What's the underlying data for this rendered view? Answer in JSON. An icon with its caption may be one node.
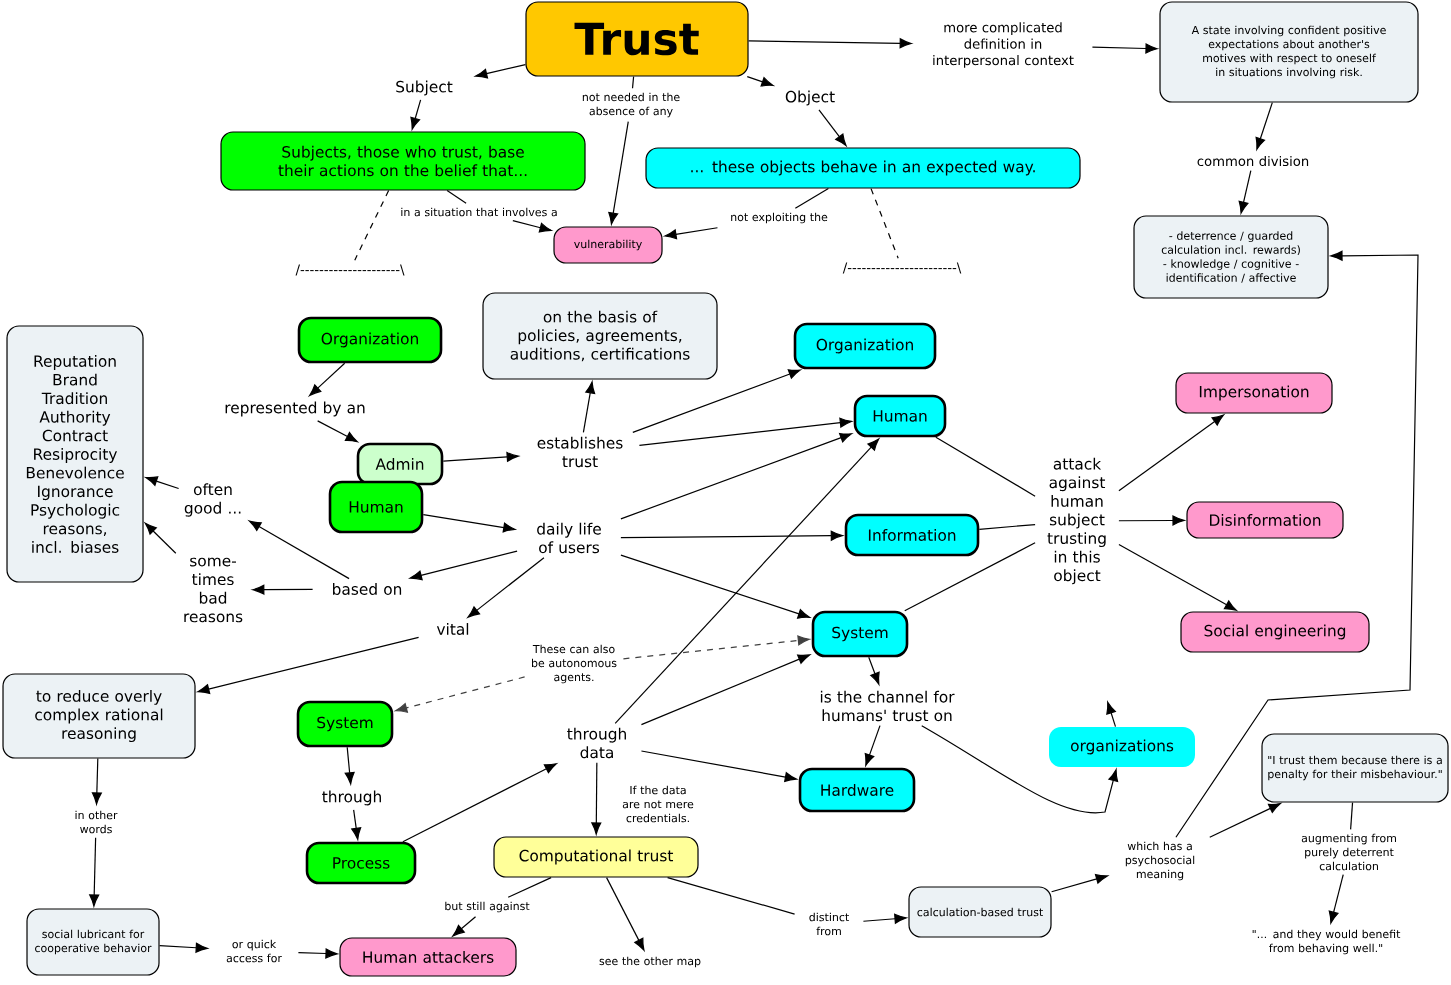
{
  "diagram": {
    "nodes": [
      {
        "text": [
          "Trust"
        ]
      },
      {
        "text": [
          "Subject"
        ]
      },
      {
        "text": [
          "not needed in the absence of any"
        ]
      },
      {
        "text": [
          "Object"
        ]
      },
      {
        "text": [
          "more complicated definition in interpersonal context"
        ]
      },
      {
        "text": [
          "A state involving confident positive expectations about another's motives with respect to oneself in situations involving risk."
        ]
      },
      {
        "text": [
          "Subjects, those who trust, base their actions on the belief that..."
        ]
      },
      {
        "text": [
          "...  these objects behave in an expected way."
        ]
      },
      {
        "text": [
          "in a situation that involves a"
        ]
      },
      {
        "text": [
          "not exploiting the"
        ]
      },
      {
        "text": [
          "vulnerability"
        ]
      },
      {
        "text": [
          "common division"
        ]
      },
      {
        "text": [
          "- deterrence / guarded calculation incl. rewards) - knowledge / cognitive - identification / affective"
        ]
      },
      {
        "text": [
          "/---------------------\\"
        ]
      },
      {
        "text": [
          "/-----------------------\\"
        ]
      },
      {
        "text": [
          "Organization"
        ]
      },
      {
        "text": [
          "on the basis of policies, agreements, auditions, certifications"
        ]
      },
      {
        "text": [
          "Organization"
        ]
      },
      {
        "text": [
          "represented by an"
        ]
      },
      {
        "text": [
          "Reputation Brand Tradition Authority Contract Resiprocity Benevolence Ignorance Psychologic reasons, incl. biases"
        ]
      },
      {
        "text": [
          "Human"
        ]
      },
      {
        "text": [
          "Impersonation"
        ]
      },
      {
        "text": [
          "Admin"
        ]
      },
      {
        "text": [
          "establishes trust"
        ]
      },
      {
        "text": [
          "Human"
        ]
      },
      {
        "text": [
          "often good ..."
        ]
      },
      {
        "text": [
          "attack against human subject trusting in this object"
        ]
      },
      {
        "text": [
          "daily life of users"
        ]
      },
      {
        "text": [
          "Information"
        ]
      },
      {
        "text": [
          "Disinformation"
        ]
      },
      {
        "text": [
          "some- times bad reasons"
        ]
      },
      {
        "text": [
          "based on"
        ]
      },
      {
        "text": [
          "System"
        ]
      },
      {
        "text": [
          "Social engineering"
        ]
      },
      {
        "text": [
          "These can also be autonomous agents."
        ]
      },
      {
        "text": [
          "vital"
        ]
      },
      {
        "text": [
          "is the channel for humans' trust on"
        ]
      },
      {
        "text": [
          "to reduce overly complex rational reasoning"
        ]
      },
      {
        "text": [
          "System"
        ]
      },
      {
        "text": [
          "organizations"
        ]
      },
      {
        "text": [
          "through data"
        ]
      },
      {
        "text": [
          "Hardware"
        ]
      },
      {
        "text": [
          "\"I trust them because there is a penalty for their misbehaviour.\""
        ]
      },
      {
        "text": [
          "in other words"
        ]
      },
      {
        "text": [
          "through"
        ]
      },
      {
        "text": [
          "Process"
        ]
      },
      {
        "text": [
          "Computational trust"
        ]
      },
      {
        "text": [
          "augmenting from purely deterrent calculation"
        ]
      },
      {
        "text": [
          "which has a psychosocial meaning"
        ]
      },
      {
        "text": [
          "calculation-based trust"
        ]
      },
      {
        "text": [
          "but still against"
        ]
      },
      {
        "text": [
          "distinct from"
        ]
      },
      {
        "text": [
          "social lubricant for cooperative behavior"
        ]
      },
      {
        "text": [
          "or quick access for"
        ]
      },
      {
        "text": [
          "Human attackers"
        ]
      },
      {
        "text": [
          "see the other map"
        ]
      },
      {
        "text": [
          "\"... and they would benefit from behaving well.\""
        ]
      }
    ],
    "edges": [
      {
        "from": 0,
        "to": 1,
        "arrow": "to"
      },
      {
        "from": 1,
        "to": 6,
        "arrow": "to"
      },
      {
        "from": 0,
        "to": 2,
        "arrow": "none"
      },
      {
        "from": 2,
        "to": 10,
        "arrow": "to"
      },
      {
        "from": 0,
        "to": 3,
        "arrow": "to"
      },
      {
        "from": 3,
        "to": 7,
        "arrow": "to"
      },
      {
        "from": 0,
        "to": 4,
        "arrow": "to"
      },
      {
        "from": 4,
        "to": 5,
        "arrow": "to"
      },
      {
        "from": 6,
        "to": 8,
        "arrow": "none"
      },
      {
        "from": 8,
        "to": 10,
        "arrow": "to"
      },
      {
        "from": 7,
        "to": 9,
        "arrow": "none"
      },
      {
        "from": 9,
        "to": 10,
        "arrow": "to"
      },
      {
        "from": 6,
        "to": 13,
        "arrow": "none",
        "style": "dashed"
      },
      {
        "from": 7,
        "to": 14,
        "arrow": "none",
        "style": "dashed"
      },
      {
        "from": 5,
        "to": 11,
        "arrow": "to"
      },
      {
        "from": 11,
        "to": 12,
        "arrow": "to"
      },
      {
        "from": 15,
        "to": 18,
        "arrow": "to"
      },
      {
        "from": 18,
        "to": 22,
        "arrow": "to"
      },
      {
        "from": 22,
        "to": 23,
        "arrow": "to"
      },
      {
        "from": 23,
        "to": 16,
        "arrow": "to"
      },
      {
        "from": 23,
        "to": 17,
        "arrow": "to"
      },
      {
        "from": 23,
        "to": 20,
        "arrow": "to"
      },
      {
        "from": 24,
        "to": 27,
        "arrow": "to"
      },
      {
        "from": 27,
        "to": 20,
        "arrow": "to"
      },
      {
        "from": 27,
        "to": 28,
        "arrow": "to"
      },
      {
        "from": 27,
        "to": 32,
        "arrow": "to"
      },
      {
        "from": 27,
        "to": 31,
        "arrow": "to"
      },
      {
        "from": 27,
        "to": 35,
        "arrow": "to"
      },
      {
        "from": 31,
        "to": 25,
        "arrow": "to"
      },
      {
        "from": 31,
        "to": 30,
        "arrow": "to"
      },
      {
        "from": 25,
        "to": 19,
        "arrow": "to"
      },
      {
        "from": 30,
        "to": 19,
        "arrow": "to"
      },
      {
        "from": 35,
        "to": 37,
        "arrow": "to"
      },
      {
        "from": 20,
        "to": 26,
        "arrow": "none"
      },
      {
        "from": 26,
        "to": 21,
        "arrow": "to"
      },
      {
        "from": 28,
        "to": 26,
        "arrow": "none"
      },
      {
        "from": 26,
        "to": 29,
        "arrow": "to"
      },
      {
        "from": 32,
        "to": 26,
        "arrow": "none"
      },
      {
        "from": 26,
        "to": 33,
        "arrow": "to"
      },
      {
        "from": 34,
        "to": 32,
        "arrow": "to",
        "style": "dashed",
        "color": "#404040"
      },
      {
        "from": 34,
        "to": 38,
        "arrow": "to",
        "style": "dashed",
        "color": "#404040"
      },
      {
        "from": 32,
        "to": 36,
        "arrow": "to"
      },
      {
        "from": 36,
        "to": 41,
        "arrow": "to"
      },
      {
        "from": 36,
        "to": 39,
        "arrow": "to"
      },
      {
        "from": 39,
        "to": null,
        "arrow": "to"
      },
      {
        "from": 38,
        "to": 44,
        "arrow": "to"
      },
      {
        "from": 44,
        "to": 45,
        "arrow": "to"
      },
      {
        "from": 45,
        "to": 40,
        "arrow": "to"
      },
      {
        "from": 40,
        "to": 20,
        "arrow": "to"
      },
      {
        "from": 40,
        "to": 32,
        "arrow": "to"
      },
      {
        "from": 40,
        "to": 41,
        "arrow": "to"
      },
      {
        "from": 40,
        "to": 46,
        "arrow": "to",
        "label": "If the data are not mere credentials."
      },
      {
        "from": 46,
        "to": 50,
        "arrow": "none"
      },
      {
        "from": 50,
        "to": 54,
        "arrow": "to"
      },
      {
        "from": 46,
        "to": 55,
        "arrow": "to"
      },
      {
        "from": 46,
        "to": 51,
        "arrow": "none"
      },
      {
        "from": 51,
        "to": 49,
        "arrow": "to"
      },
      {
        "from": 49,
        "to": 48,
        "arrow": "to"
      },
      {
        "from": 48,
        "to": 42,
        "arrow": "to"
      },
      {
        "from": 48,
        "to": 12,
        "arrow": "to"
      },
      {
        "from": 42,
        "to": 47,
        "arrow": "none"
      },
      {
        "from": 47,
        "to": 56,
        "arrow": "to"
      },
      {
        "from": 37,
        "to": 43,
        "arrow": "to"
      },
      {
        "from": 43,
        "to": 52,
        "arrow": "to"
      },
      {
        "from": 52,
        "to": 53,
        "arrow": "to"
      },
      {
        "from": 53,
        "to": 54,
        "arrow": "to"
      }
    ]
  }
}
